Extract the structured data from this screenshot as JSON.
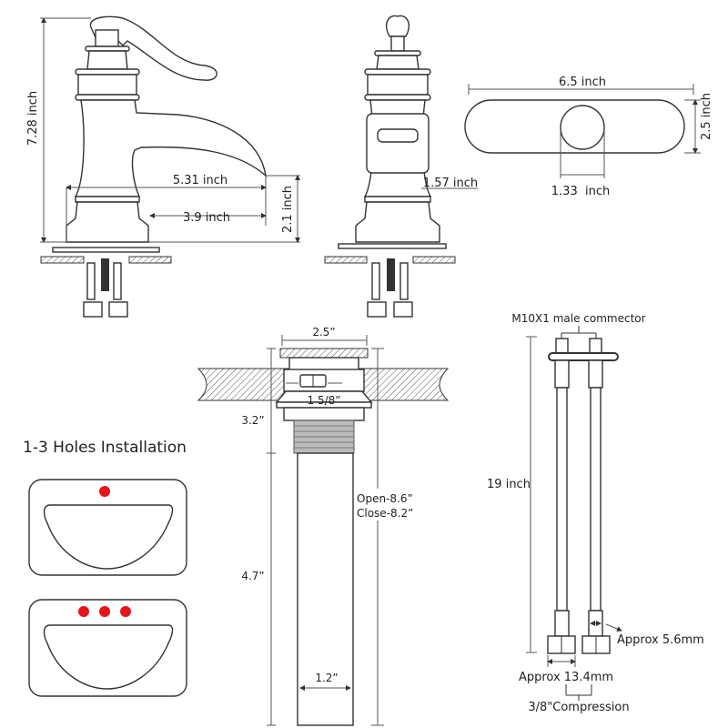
{
  "faucet_side": {
    "height": "7.28 inch",
    "reach": "5.31 inch",
    "spout_reach": "3.9 inch",
    "spout_height": "2.1 inch"
  },
  "faucet_front": {
    "width": "1.57 inch"
  },
  "cover_plate": {
    "length": "6.5 inch",
    "width": "2.5 inch",
    "hole": "1.33  inch"
  },
  "drain": {
    "cap": "2.5”",
    "opening": "1 5/8”",
    "upper": "3.2”",
    "lower": "4.7”",
    "open": "Open-8.6”",
    "close": "Close-8.2”",
    "pipe": "1.2”"
  },
  "holes": {
    "title": "1-3 Holes Installation",
    "accent": "#e8141b"
  },
  "hoses": {
    "connector": "M10X1 male commector",
    "length": "19 inch",
    "inner": "Approx 5.6mm",
    "nut": "Approx 13.4mm",
    "compression": "3/8\"Compression"
  }
}
